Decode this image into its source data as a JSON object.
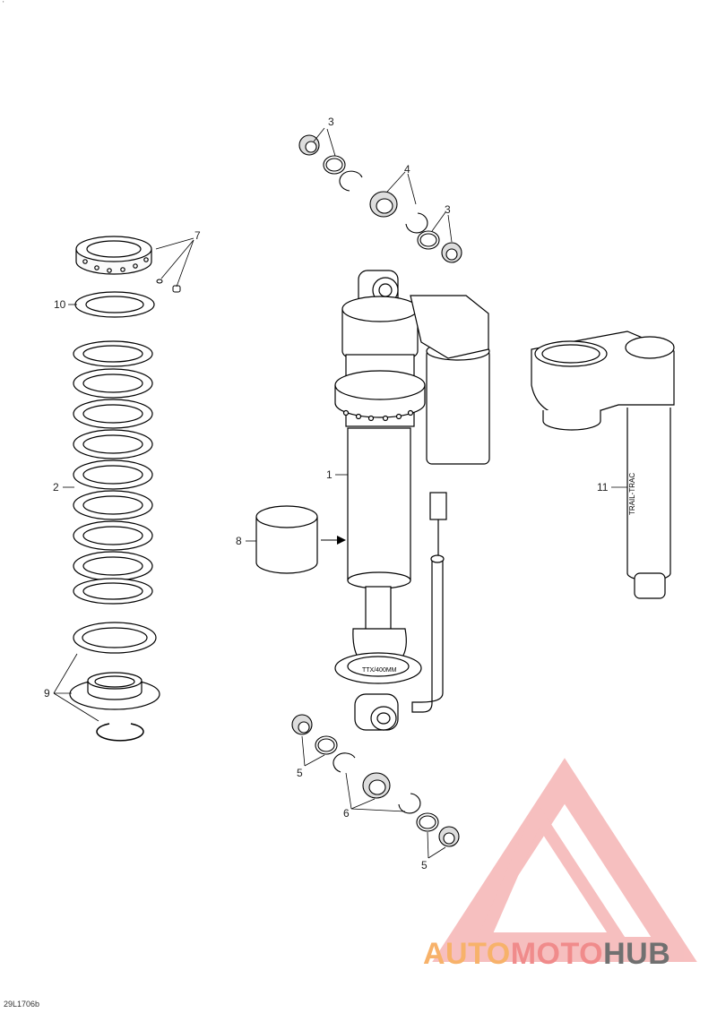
{
  "drawing_code": "29L1706b",
  "corner_mark": "'",
  "callouts": {
    "c1": "1",
    "c2": "2",
    "c3a": "3",
    "c3b": "3",
    "c4": "4",
    "c5a": "5",
    "c5b": "5",
    "c6": "6",
    "c7": "7",
    "c8": "8",
    "c9": "9",
    "c10": "10",
    "c11": "11"
  },
  "reservoir_marking": "TRAIL-TRAC",
  "shock_marking": "TTX/400MM",
  "watermark": {
    "part1": "AUTO",
    "part2": "MOTO",
    "part3": "HUB",
    "colors": {
      "logo": "#f4a3a3",
      "auto": "#f7b26a",
      "moto": "#f08b8b",
      "hub": "#707070"
    }
  }
}
